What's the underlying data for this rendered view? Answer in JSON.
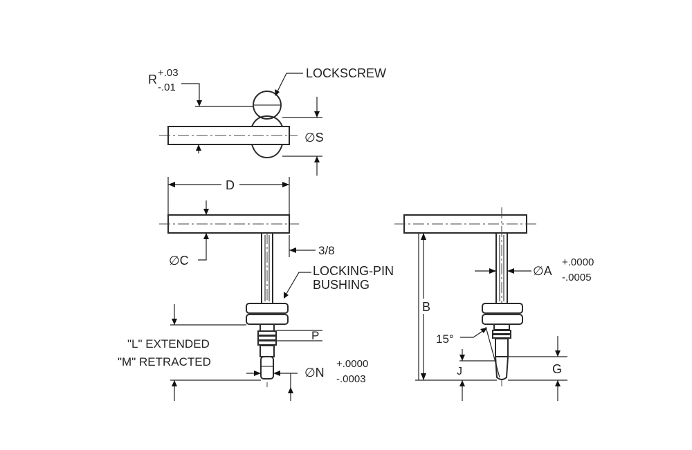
{
  "labels": {
    "lockscrew": "LOCKSCREW",
    "r_letter": "R",
    "r_tol_plus": "+.03",
    "r_tol_minus": "-.01",
    "s_letter": "∅S",
    "d_letter": "D",
    "c_letter": "∅C",
    "three_eighths": "3/8",
    "locking_pin_line1": "LOCKING-PIN",
    "locking_pin_line2": "BUSHING",
    "l_extended": "\"L\" EXTENDED",
    "m_retracted": "\"M\" RETRACTED",
    "p_letter": "P",
    "n_letter": "∅N",
    "n_tol_plus": "+.0000",
    "n_tol_minus": "-.0003",
    "a_letter": "∅A",
    "a_tol_plus": "+.0000",
    "a_tol_minus": "-.0005",
    "b_letter": "B",
    "angle": "15°",
    "j_letter": "J",
    "g_letter": "G"
  }
}
